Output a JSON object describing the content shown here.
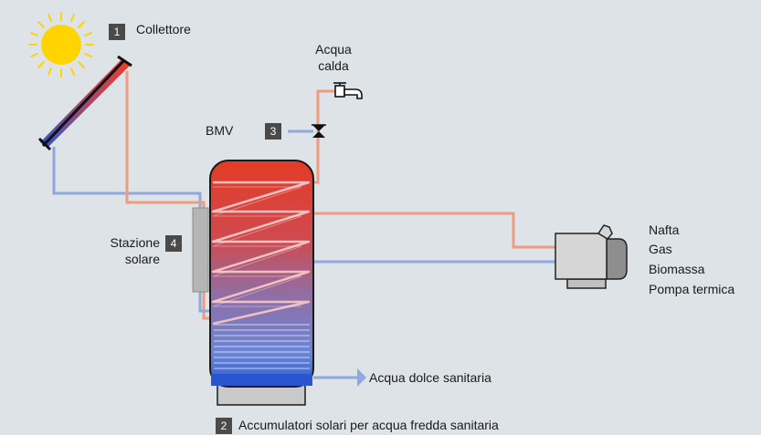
{
  "labels": {
    "collector": "Collettore",
    "hot_water_line1": "Acqua",
    "hot_water_line2": "calda",
    "bmv": "BMV",
    "station_line1": "Stazione",
    "station_line2": "solare",
    "heat_sources": [
      "Nafta",
      "Gas",
      "Biomassa",
      "Pompa termica"
    ],
    "fresh_water": "Acqua dolce sanitaria",
    "storage": "Accumulatori solari per acqua fredda sanitaria"
  },
  "badges": {
    "collector": "1",
    "storage": "2",
    "bmv": "3",
    "station": "4"
  },
  "colors": {
    "background": "#dde3e7",
    "hot_pipe": "#ef9b80",
    "cold_pipe": "#8fa9de",
    "tank_top": "#e43b26",
    "tank_bottom": "#2f5bd0",
    "sun": "#ffd400",
    "badge": "#4a4a4a",
    "boiler": "#d6d6d6"
  },
  "icons": [
    "sun-icon",
    "faucet-icon",
    "valve-icon",
    "boiler-icon",
    "solar-collector-icon"
  ]
}
